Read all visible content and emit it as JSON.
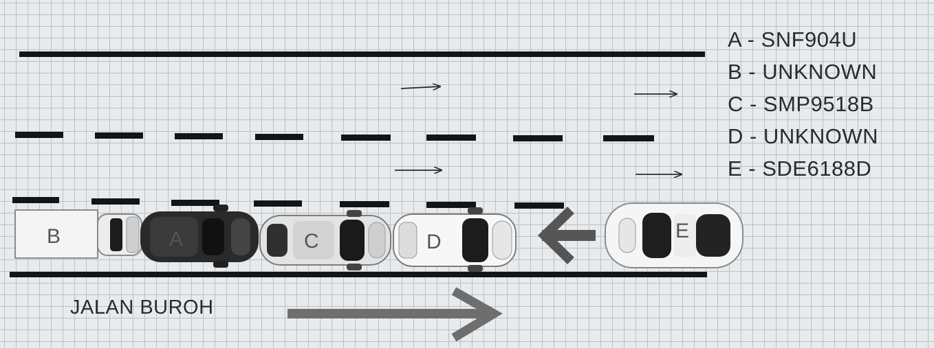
{
  "legend": {
    "items": [
      "A - SNF904U",
      "B - UNKNOWN",
      "C - SMP9518B",
      "D - UNKNOWN",
      "E - SDE6188D"
    ]
  },
  "road": {
    "name": "JALAN BUROH"
  },
  "vehicles": {
    "b": "B",
    "a": "A",
    "c": "C",
    "d": "D",
    "e": "E"
  }
}
